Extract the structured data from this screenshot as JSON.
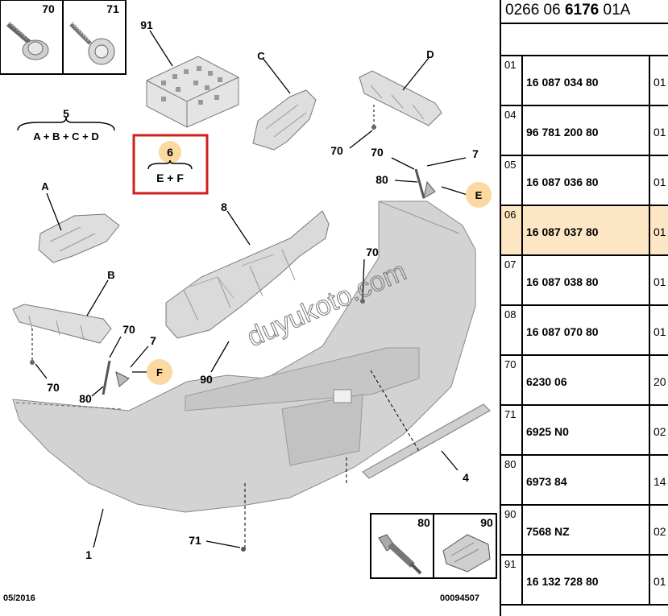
{
  "header": {
    "prefix": "0266 06 ",
    "bold": "6176",
    "suffix": " 01A"
  },
  "diagram": {
    "part_labels": {
      "l1": "1",
      "l4": "4",
      "l7a": "7",
      "l7b": "7",
      "l8": "8",
      "l70a": "70",
      "l70b": "70",
      "l70c": "70",
      "l70d": "70",
      "l70e": "70",
      "l71": "71",
      "l80a": "80",
      "l80b": "80",
      "l90": "90",
      "l91": "91",
      "lA": "A",
      "lB": "B",
      "lC": "C",
      "lD": "D",
      "lE": "E",
      "lF": "F"
    },
    "kit5": {
      "number": "5",
      "formula": "A + B + C + D"
    },
    "kit6": {
      "number": "6",
      "formula": "E + F"
    },
    "box_70": "70",
    "box_71": "71",
    "box_80": "80",
    "box_90": "90",
    "date": "05/2016",
    "code": "00094507",
    "watermark": "duyukoto.com"
  },
  "parts": [
    {
      "index": "01",
      "ref": "16 087 034 80",
      "qty": "01",
      "highlight": false
    },
    {
      "index": "04",
      "ref": "96 781 200 80",
      "qty": "01",
      "highlight": false
    },
    {
      "index": "05",
      "ref": "16 087 036 80",
      "qty": "01",
      "highlight": false
    },
    {
      "index": "06",
      "ref": "16 087 037 80",
      "qty": "01",
      "highlight": true
    },
    {
      "index": "07",
      "ref": "16 087 038 80",
      "qty": "01",
      "highlight": false
    },
    {
      "index": "08",
      "ref": "16 087 070 80",
      "qty": "01",
      "highlight": false
    },
    {
      "index": "70",
      "ref": "6230 06",
      "qty": "20",
      "highlight": false
    },
    {
      "index": "71",
      "ref": "6925 N0",
      "qty": "02",
      "highlight": false
    },
    {
      "index": "80",
      "ref": "6973 84",
      "qty": "14",
      "highlight": false
    },
    {
      "index": "90",
      "ref": "7568 NZ",
      "qty": "02",
      "highlight": false
    },
    {
      "index": "91",
      "ref": "16 132 728 80",
      "qty": "01",
      "highlight": false
    }
  ],
  "colors": {
    "highlight": "#fde6c3",
    "callout": "#fbd9a0",
    "kit_box": "#d0201e"
  }
}
